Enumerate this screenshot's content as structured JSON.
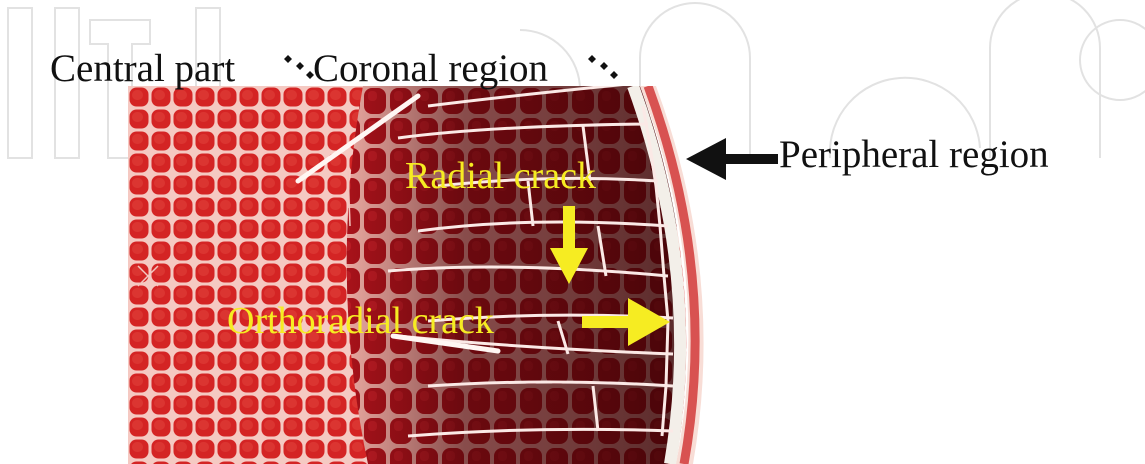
{
  "labels": {
    "central_part": "Central part",
    "coronal_region": "Coronal region",
    "peripheral_region": "Peripheral region",
    "radial_crack": "Radial crack",
    "orthoradial_crack": "Orthoradial crack"
  },
  "colors": {
    "label_black": "#111111",
    "label_yellow": "#f6ec22",
    "photo_red": "#c81e1e",
    "crack_white": "#fbe9e6",
    "watermark": "#e4e4e4"
  },
  "icons": [
    "diamond-separator-icon",
    "arrow-left-icon",
    "arrow-down-icon",
    "arrow-right-icon"
  ]
}
